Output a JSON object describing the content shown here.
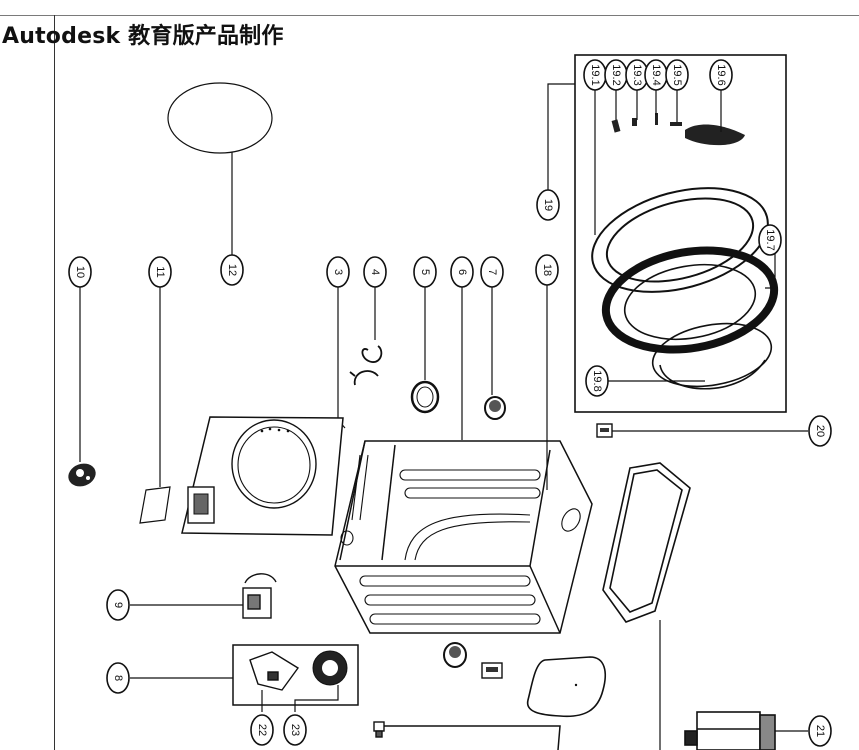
{
  "watermark": {
    "text": "Autodesk 教育版产品制作"
  },
  "diagram": {
    "title": "Washer exploded parts diagram",
    "callouts": {
      "c10": "10",
      "c11": "11",
      "c12": "12",
      "c3": "3",
      "c4": "4",
      "c5": "5",
      "c6": "6",
      "c7": "7",
      "c18": "18",
      "c19": "19",
      "c19_1": "19.1",
      "c19_2": "19.2",
      "c19_3": "19.3",
      "c19_4": "19.4",
      "c19_5": "19.5",
      "c19_6": "19.6",
      "c19_7": "19.7",
      "c19_8": "19.8",
      "c20": "20",
      "c9": "9",
      "c8": "8",
      "c22": "22",
      "c23": "23",
      "c21": "21"
    }
  }
}
